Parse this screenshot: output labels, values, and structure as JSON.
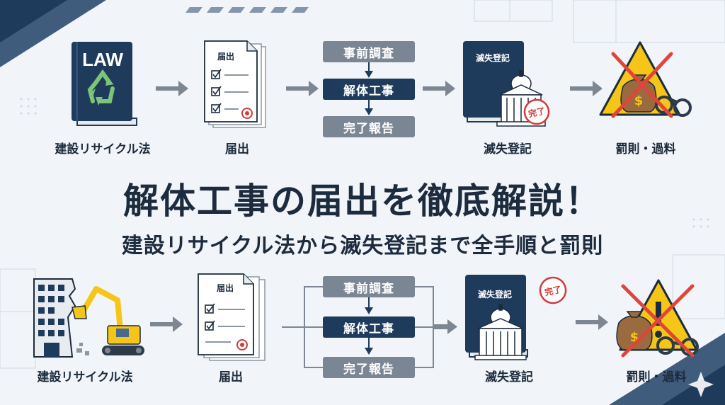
{
  "top_row": {
    "law_book_label": "LAW",
    "law_caption": "建設リサイクル法",
    "notice_doc_title": "届出",
    "notice_caption": "届出",
    "steps": [
      "事前調査",
      "解体工事",
      "完了報告"
    ],
    "register_book_title": "滅失登記",
    "register_stamp": "完了",
    "register_caption": "滅失登記",
    "penalty_caption": "罰則・過料"
  },
  "headline": {
    "title": "解体工事の届出を徹底解説！",
    "subtitle": "建設リサイクル法から滅失登記まで全手順と罰則"
  },
  "bottom_row": {
    "law_caption": "建設リサイクル法",
    "notice_doc_title": "届出",
    "notice_caption": "届出",
    "steps": [
      "事前調査",
      "解体工事",
      "完了報告"
    ],
    "register_book_title": "滅失登記",
    "register_stamp": "完了",
    "register_caption": "滅失登記",
    "penalty_caption": "罰則・過料"
  },
  "icons": {
    "recycle": "recycle-icon",
    "checkbox": "checkbox-icon",
    "money_bag": "money-bag-icon",
    "handcuffs": "handcuffs-icon",
    "warning": "warning-icon"
  },
  "colors": {
    "navy": "#1f3b5c",
    "gray_step": "#7b8694",
    "arrow": "#7d8793",
    "warning_yellow": "#f5c518",
    "cross_red": "#e0453a",
    "recycle_green": "#7cc576"
  }
}
